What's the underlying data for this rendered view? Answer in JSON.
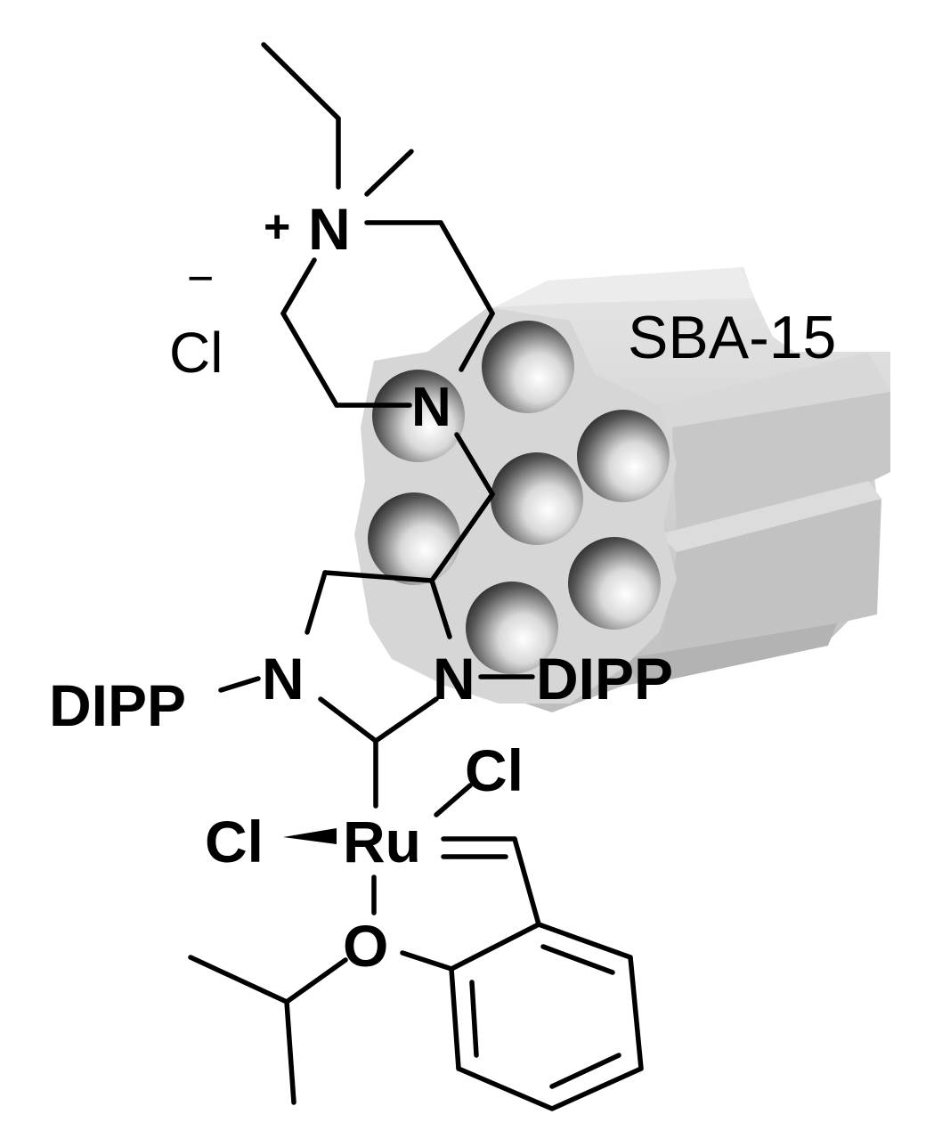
{
  "support_label": "SBA-15",
  "charge_plus": "+",
  "charge_minus": "−",
  "counterion": "Cl",
  "atoms": {
    "n_quat": "N",
    "n_pip": "N",
    "n_left": "N",
    "n_right": "N",
    "dipp_left": "DIPP",
    "dipp_right": "DIPP",
    "ru": "Ru",
    "cl_left": "Cl",
    "cl_top": "Cl",
    "o": "O"
  },
  "colors": {
    "silica_light": "#e3e3e3",
    "silica_mid": "#cfcfcf",
    "silica_dark": "#a9a9a9",
    "ink": "#000000"
  }
}
